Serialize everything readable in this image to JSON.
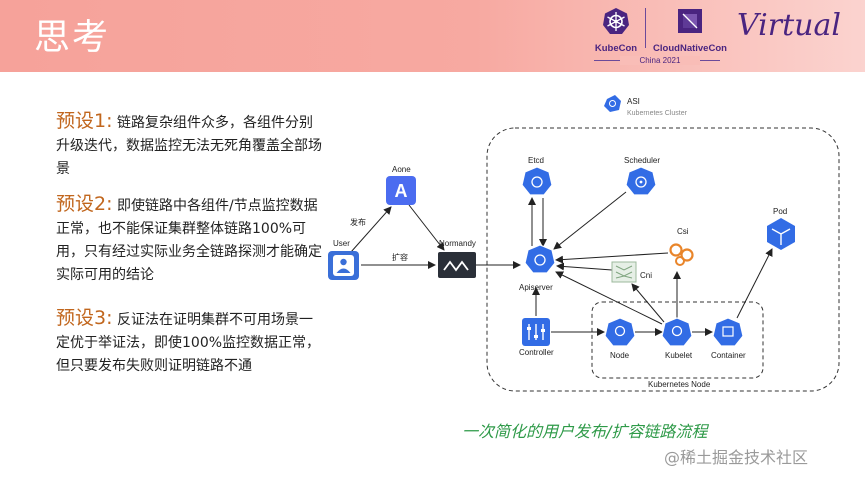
{
  "header": {
    "title": "思考",
    "kubecon": "KubeCon",
    "cloudnativecon": "CloudNativeCon",
    "event": "China 2021",
    "virtual": "Virtual"
  },
  "assumptions": [
    {
      "head": "预设1:",
      "text": " 链路复杂组件众多，各组件分别升级迭代，数据监控无法无死角覆盖全部场景"
    },
    {
      "head": "预设2:",
      "text": " 即使链路中各组件/节点监控数据正常，也不能保证集群整体链路100%可用，只有经过实际业务全链路探测才能确定实际可用的结论"
    },
    {
      "head": "预设3:",
      "text": " 反证法在证明集群不可用场景一定优于举证法，即使100%监控数据正常，但只要发布失败则证明链路不通"
    }
  ],
  "diagram": {
    "cluster_title": "ASI",
    "cluster_subtitle": "Kubernetes Cluster",
    "node_group_label": "Kubernetes Node",
    "nodes": {
      "user": "User",
      "aone": "Aone",
      "normandy": "Normandy",
      "etcd": "Etcd",
      "scheduler": "Scheduler",
      "apiserver": "Apiserver",
      "csi": "Csi",
      "cni": "Cni",
      "pod": "Pod",
      "controller": "Controller",
      "node": "Node",
      "kubelet": "Kubelet",
      "container": "Container"
    },
    "edges": {
      "publish": "发布",
      "scale": "扩容"
    },
    "colors": {
      "k8s_blue": "#326ce5",
      "aone_blue": "#4b6cf0",
      "normandy_dark": "#2a2f38",
      "csi_orange": "#e9852a"
    }
  },
  "caption": "一次简化的用户发布/扩容链路流程",
  "watermark": "@稀土掘金技术社区"
}
